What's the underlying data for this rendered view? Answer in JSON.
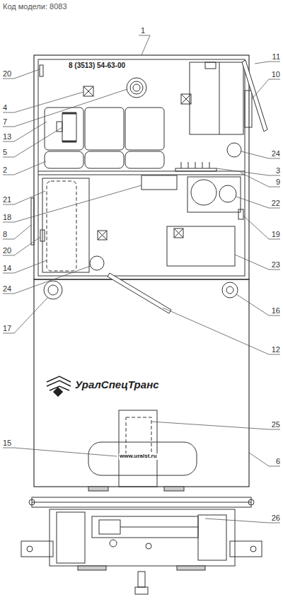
{
  "diagram": {
    "title": "Код модели: 8083",
    "labels": [
      "8 (3513) 54-63-00",
      "УралСпецТранс",
      "www.uralst.ru",
      "1",
      "20",
      "11",
      "10",
      "4",
      "7",
      "13",
      "5",
      "2",
      "24",
      "3",
      "9",
      "21",
      "18",
      "22",
      "8",
      "19",
      "20",
      "14",
      "23",
      "24",
      "16",
      "17",
      "12",
      "25",
      "15",
      "6",
      "26"
    ]
  }
}
